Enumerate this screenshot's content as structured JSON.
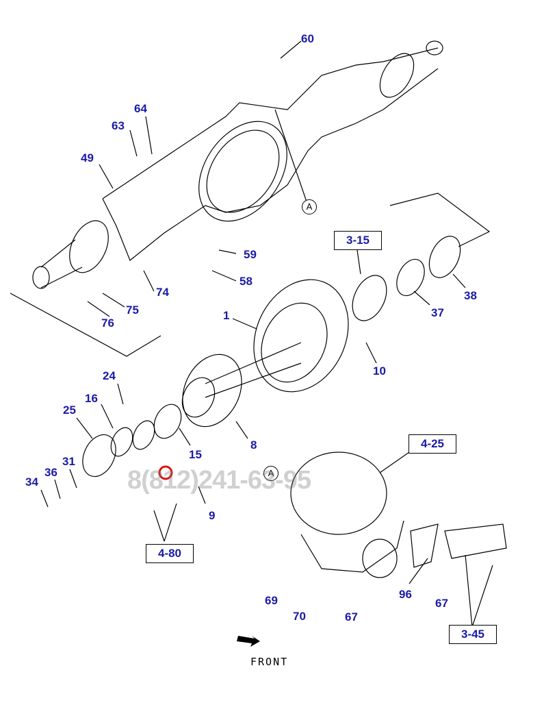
{
  "labels": [
    "60",
    "64",
    "63",
    "49",
    "59",
    "58",
    "74",
    "75",
    "76",
    "3-15",
    "38",
    "37",
    "1",
    "10",
    "24",
    "16",
    "25",
    "15",
    "8",
    "31",
    "36",
    "34",
    "9",
    "4-25",
    "4-80",
    "96",
    "67",
    "69",
    "70",
    "3-45"
  ],
  "parts": {
    "p60": "60",
    "p64": "64",
    "p63": "63",
    "p49": "49",
    "p59": "59",
    "p58": "58",
    "p74": "74",
    "p75": "75",
    "p76": "76",
    "p38": "38",
    "p37": "37",
    "p1": "1",
    "p10": "10",
    "p24": "24",
    "p16": "16",
    "p25": "25",
    "p15": "15",
    "p8": "8",
    "p31": "31",
    "p36": "36",
    "p34": "34",
    "p9": "9",
    "p96": "96",
    "p67a": "67",
    "p67b": "67",
    "p69": "69",
    "p70": "70"
  },
  "boxes": {
    "b315": "3-15",
    "b425": "4-25",
    "b480": "4-80",
    "b345": "3-45"
  },
  "ref_marker": "A",
  "front_label": "FRONT",
  "watermark": "8(812)241-63-95",
  "colors": {
    "label": "#1a1aa6",
    "line": "#000000",
    "marker": "#e01010"
  }
}
